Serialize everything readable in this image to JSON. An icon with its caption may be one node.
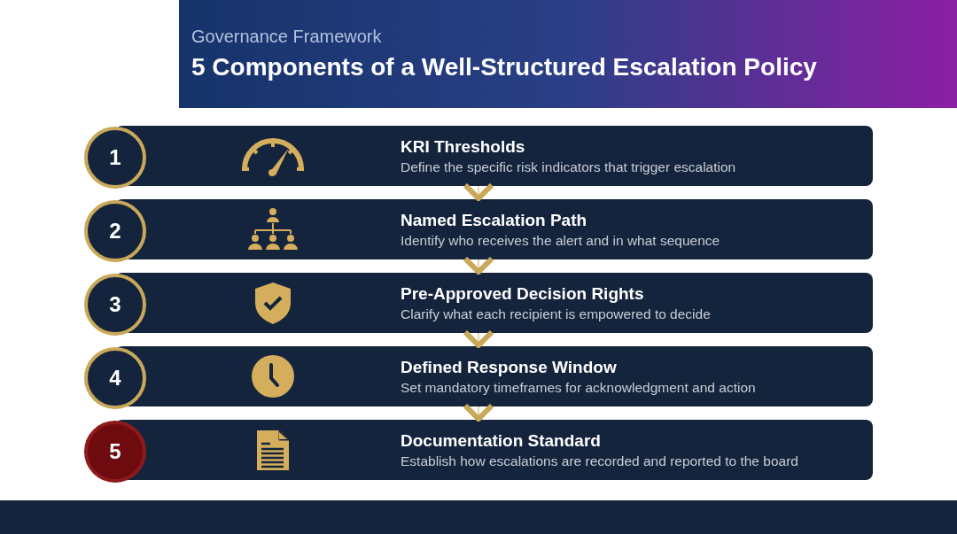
{
  "diagram": {
    "title": "5 Components of a Well-Structured Escalation Policy",
    "nodes": [
      {
        "text": [
          "1"
        ]
      },
      {
        "text": [
          "KRI Thresholds",
          "Define the specific risk indicators that trigger escalation"
        ]
      },
      {
        "text": [
          "2"
        ]
      },
      {
        "text": [
          "Named Escalation Path",
          "Identify who receives the alert and in what sequence"
        ]
      },
      {
        "text": [
          "3"
        ]
      },
      {
        "text": [
          "Pre-Approved Decision Rights",
          "Clarify what each recipient is empowered to decide"
        ]
      },
      {
        "text": [
          "4"
        ]
      },
      {
        "text": [
          "Defined Response Window",
          "Set mandatory timeframes for acknowledgment and action"
        ]
      },
      {
        "text": [
          "5"
        ]
      },
      {
        "text": [
          "Documentation Standard",
          "Establish how escalations are recorded and reported to the board"
        ]
      }
    ],
    "edges": [
      {
        "from": 1,
        "to": 3,
        "arrow": "to"
      },
      {
        "from": 3,
        "to": 5,
        "arrow": "to"
      },
      {
        "from": 5,
        "to": 7,
        "arrow": "to"
      },
      {
        "from": 7,
        "to": 9,
        "arrow": "to"
      }
    ],
    "labels": [
      "Governance Framework"
    ]
  }
}
